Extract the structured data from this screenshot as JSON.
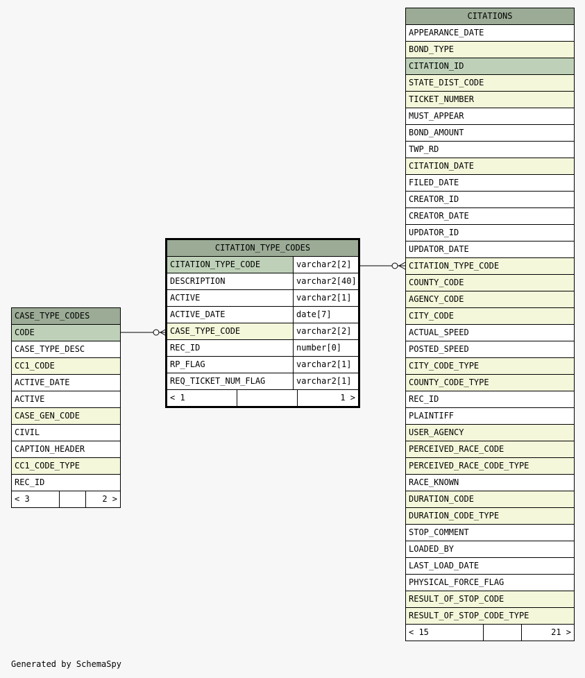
{
  "citations": {
    "title": "CITATIONS",
    "columns": [
      {
        "name": "APPEARANCE_DATE",
        "kind": "plain"
      },
      {
        "name": "BOND_TYPE",
        "kind": "fk"
      },
      {
        "name": "CITATION_ID",
        "kind": "pk"
      },
      {
        "name": "STATE_DIST_CODE",
        "kind": "fk"
      },
      {
        "name": "TICKET_NUMBER",
        "kind": "fk"
      },
      {
        "name": "MUST_APPEAR",
        "kind": "plain"
      },
      {
        "name": "BOND_AMOUNT",
        "kind": "plain"
      },
      {
        "name": "TWP_RD",
        "kind": "plain"
      },
      {
        "name": "CITATION_DATE",
        "kind": "fk"
      },
      {
        "name": "FILED_DATE",
        "kind": "plain"
      },
      {
        "name": "CREATOR_ID",
        "kind": "plain"
      },
      {
        "name": "CREATOR_DATE",
        "kind": "plain"
      },
      {
        "name": "UPDATOR_ID",
        "kind": "plain"
      },
      {
        "name": "UPDATOR_DATE",
        "kind": "plain"
      },
      {
        "name": "CITATION_TYPE_CODE",
        "kind": "fk"
      },
      {
        "name": "COUNTY_CODE",
        "kind": "fk"
      },
      {
        "name": "AGENCY_CODE",
        "kind": "fk"
      },
      {
        "name": "CITY_CODE",
        "kind": "fk"
      },
      {
        "name": "ACTUAL_SPEED",
        "kind": "plain"
      },
      {
        "name": "POSTED_SPEED",
        "kind": "plain"
      },
      {
        "name": "CITY_CODE_TYPE",
        "kind": "fk"
      },
      {
        "name": "COUNTY_CODE_TYPE",
        "kind": "fk"
      },
      {
        "name": "REC_ID",
        "kind": "plain"
      },
      {
        "name": "PLAINTIFF",
        "kind": "plain"
      },
      {
        "name": "USER_AGENCY",
        "kind": "fk"
      },
      {
        "name": "PERCEIVED_RACE_CODE",
        "kind": "fk"
      },
      {
        "name": "PERCEIVED_RACE_CODE_TYPE",
        "kind": "fk"
      },
      {
        "name": "RACE_KNOWN",
        "kind": "plain"
      },
      {
        "name": "DURATION_CODE",
        "kind": "fk"
      },
      {
        "name": "DURATION_CODE_TYPE",
        "kind": "fk"
      },
      {
        "name": "STOP_COMMENT",
        "kind": "plain"
      },
      {
        "name": "LOADED_BY",
        "kind": "plain"
      },
      {
        "name": "LAST_LOAD_DATE",
        "kind": "plain"
      },
      {
        "name": "PHYSICAL_FORCE_FLAG",
        "kind": "plain"
      },
      {
        "name": "RESULT_OF_STOP_CODE",
        "kind": "fk"
      },
      {
        "name": "RESULT_OF_STOP_CODE_TYPE",
        "kind": "fk"
      }
    ],
    "footer": {
      "parents": "< 15",
      "children": "21 >"
    }
  },
  "citation_type_codes": {
    "title": "CITATION_TYPE_CODES",
    "columns": [
      {
        "name": "CITATION_TYPE_CODE",
        "type": "varchar2[2]",
        "kind": "pk"
      },
      {
        "name": "DESCRIPTION",
        "type": "varchar2[40]",
        "kind": "plain"
      },
      {
        "name": "ACTIVE",
        "type": "varchar2[1]",
        "kind": "plain"
      },
      {
        "name": "ACTIVE_DATE",
        "type": "date[7]",
        "kind": "plain"
      },
      {
        "name": "CASE_TYPE_CODE",
        "type": "varchar2[2]",
        "kind": "fk"
      },
      {
        "name": "REC_ID",
        "type": "number[0]",
        "kind": "plain"
      },
      {
        "name": "RP_FLAG",
        "type": "varchar2[1]",
        "kind": "plain"
      },
      {
        "name": "REQ_TICKET_NUM_FLAG",
        "type": "varchar2[1]",
        "kind": "plain"
      }
    ],
    "footer": {
      "parents": "< 1",
      "children": "1 >"
    }
  },
  "case_type_codes": {
    "title": "CASE_TYPE_CODES",
    "columns": [
      {
        "name": "CODE",
        "kind": "pk"
      },
      {
        "name": "CASE_TYPE_DESC",
        "kind": "plain"
      },
      {
        "name": "CC1_CODE",
        "kind": "fk"
      },
      {
        "name": "ACTIVE_DATE",
        "kind": "plain"
      },
      {
        "name": "ACTIVE",
        "kind": "plain"
      },
      {
        "name": "CASE_GEN_CODE",
        "kind": "fk"
      },
      {
        "name": "CIVIL",
        "kind": "plain"
      },
      {
        "name": "CAPTION_HEADER",
        "kind": "plain"
      },
      {
        "name": "CC1_CODE_TYPE",
        "kind": "fk"
      },
      {
        "name": "REC_ID",
        "kind": "plain"
      }
    ],
    "footer": {
      "parents": "< 3",
      "children": "2 >"
    }
  },
  "credit": "Generated by SchemaSpy"
}
